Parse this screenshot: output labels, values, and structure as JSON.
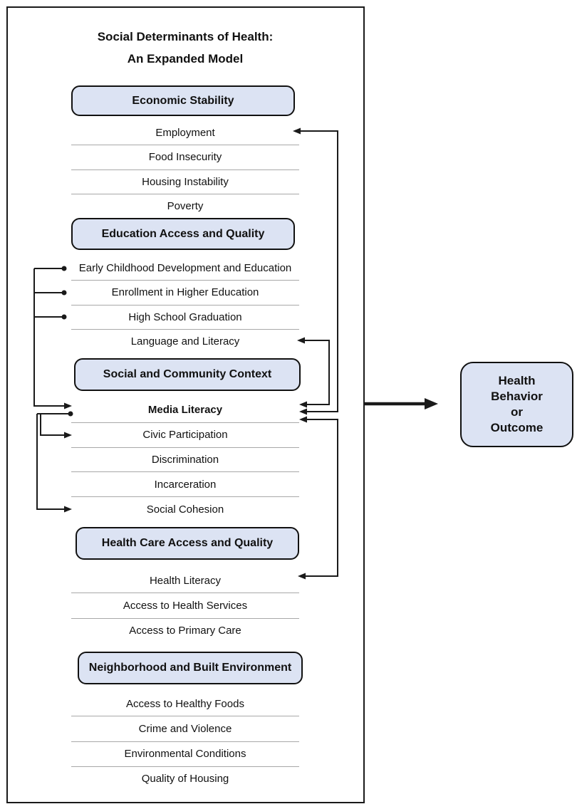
{
  "diagram_title": {
    "line1": "Social Determinants of Health:",
    "line2": "An Expanded Model"
  },
  "colors": {
    "category_fill": "#dce3f3",
    "category_border": "#111111",
    "connector": "#1a1a1a",
    "separator": "#a8a8a8",
    "text": "#111111"
  },
  "sections": [
    {
      "label": "Economic Stability",
      "items": [
        {
          "label": "Employment"
        },
        {
          "label": "Food Insecurity"
        },
        {
          "label": "Housing Instability"
        },
        {
          "label": "Poverty"
        }
      ]
    },
    {
      "label": "Education Access and Quality",
      "items": [
        {
          "label": "Early Childhood Development and Education",
          "bullet": true
        },
        {
          "label": "Enrollment in Higher Education",
          "bullet": true
        },
        {
          "label": "High School Graduation",
          "bullet": true
        },
        {
          "label": "Language and Literacy"
        }
      ]
    },
    {
      "label": "Social and Community Context",
      "items": [
        {
          "label": "Media Literacy",
          "bold": true,
          "bullet": true
        },
        {
          "label": "Civic Participation"
        },
        {
          "label": "Discrimination"
        },
        {
          "label": "Incarceration"
        },
        {
          "label": "Social Cohesion"
        }
      ]
    },
    {
      "label": "Health Care Access and Quality",
      "items": [
        {
          "label": "Health Literacy"
        },
        {
          "label": "Access to Health Services"
        },
        {
          "label": "Access to Primary Care"
        }
      ]
    },
    {
      "label": "Neighborhood and Built Environment",
      "items": [
        {
          "label": "Access to Healthy Foods"
        },
        {
          "label": "Crime and Violence"
        },
        {
          "label": "Environmental Conditions"
        },
        {
          "label": "Quality of Housing"
        }
      ]
    }
  ],
  "outcome_box": {
    "line1": "Health",
    "line2": "Behavior",
    "line3": "or",
    "line4": "Outcome"
  },
  "connections": [
    {
      "from": "Media Literacy",
      "to": "Employment",
      "bidirectional": true
    },
    {
      "from": "Media Literacy",
      "to": "Language and Literacy",
      "bidirectional": true
    },
    {
      "from": "Media Literacy",
      "to": "Health Literacy",
      "bidirectional": true
    },
    {
      "from": "Early Childhood Development and Education",
      "to": "Media Literacy",
      "bidirectional": false
    },
    {
      "from": "Enrollment in Higher Education",
      "to": "Media Literacy",
      "bidirectional": false
    },
    {
      "from": "High School Graduation",
      "to": "Media Literacy",
      "bidirectional": false
    },
    {
      "from": "Media Literacy",
      "to": "Civic Participation",
      "bidirectional": false
    },
    {
      "from": "Media Literacy",
      "to": "Social Cohesion",
      "bidirectional": false
    },
    {
      "from": "Social Determinants of Health model",
      "to": "Health Behavior or Outcome",
      "bidirectional": false
    }
  ]
}
